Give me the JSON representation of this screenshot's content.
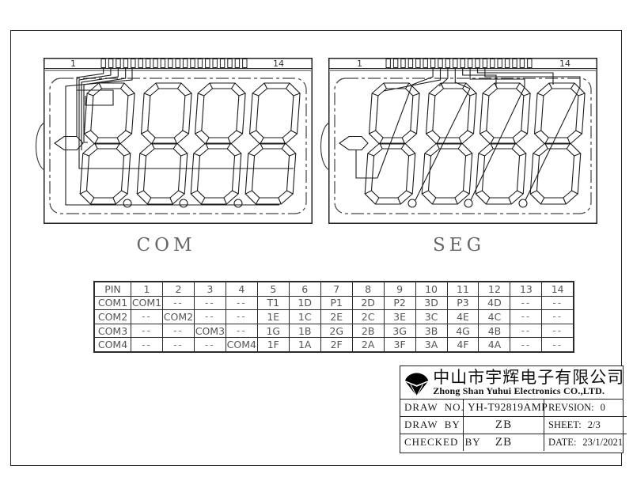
{
  "colors": {
    "line": "#1a1a1a",
    "muted_text": "#555",
    "background": "#ffffff"
  },
  "drawings": {
    "left": {
      "caption": "COM",
      "pin_first": "1",
      "pin_last": "14"
    },
    "right": {
      "caption": "SEG",
      "pin_first": "1",
      "pin_last": "14"
    }
  },
  "pin_table": {
    "header": [
      "PIN",
      "1",
      "2",
      "3",
      "4",
      "5",
      "6",
      "7",
      "8",
      "9",
      "10",
      "11",
      "12",
      "13",
      "14"
    ],
    "rows": [
      {
        "label": "COM1",
        "cells": [
          "COM1",
          "--",
          "--",
          "--",
          "T1",
          "1D",
          "P1",
          "2D",
          "P2",
          "3D",
          "P3",
          "4D",
          "--",
          "--"
        ]
      },
      {
        "label": "COM2",
        "cells": [
          "--",
          "COM2",
          "--",
          "--",
          "1E",
          "1C",
          "2E",
          "2C",
          "3E",
          "3C",
          "4E",
          "4C",
          "--",
          "--"
        ]
      },
      {
        "label": "COM3",
        "cells": [
          "--",
          "--",
          "COM3",
          "--",
          "1G",
          "1B",
          "2G",
          "2B",
          "3G",
          "3B",
          "4G",
          "4B",
          "--",
          "--"
        ]
      },
      {
        "label": "COM4",
        "cells": [
          "--",
          "--",
          "--",
          "COM4",
          "1F",
          "1A",
          "2F",
          "2A",
          "3F",
          "3A",
          "4F",
          "4A",
          "--",
          "--"
        ]
      }
    ]
  },
  "title_block": {
    "company_cn": "中山市宇辉电子有限公司",
    "company_en": "Zhong Shan Yuhui Electronics CO.,LTD.",
    "draw_no_label": "DRAW NO.",
    "draw_no": "YH-T92819AMP",
    "revision_label": "REVSION:",
    "revision": "0",
    "draw_by_label": "DRAW BY",
    "draw_by": "ZB",
    "sheet_label": "SHEET:",
    "sheet": "2/3",
    "checked_by_label": "CHECKED BY",
    "checked_by": "ZB",
    "date_label": "DATE:",
    "date": "23/1/2021"
  }
}
